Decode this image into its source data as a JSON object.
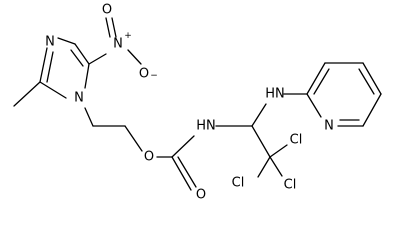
{
  "atoms": {
    "nitro_N": "N",
    "nitro_O_top": "O",
    "nitro_O_bottom": "O",
    "ring_N3": "N",
    "ring_N1": "N",
    "carbamate_NH": "HN",
    "amine_NH": "HN",
    "pyridine_N": "N",
    "ester_O": "O",
    "carbonyl_O": "O",
    "Cl_a": "Cl",
    "Cl_b": "Cl",
    "Cl_c": "Cl"
  },
  "charges": {
    "nitro_N": "+",
    "nitro_O_bottom": "−"
  }
}
